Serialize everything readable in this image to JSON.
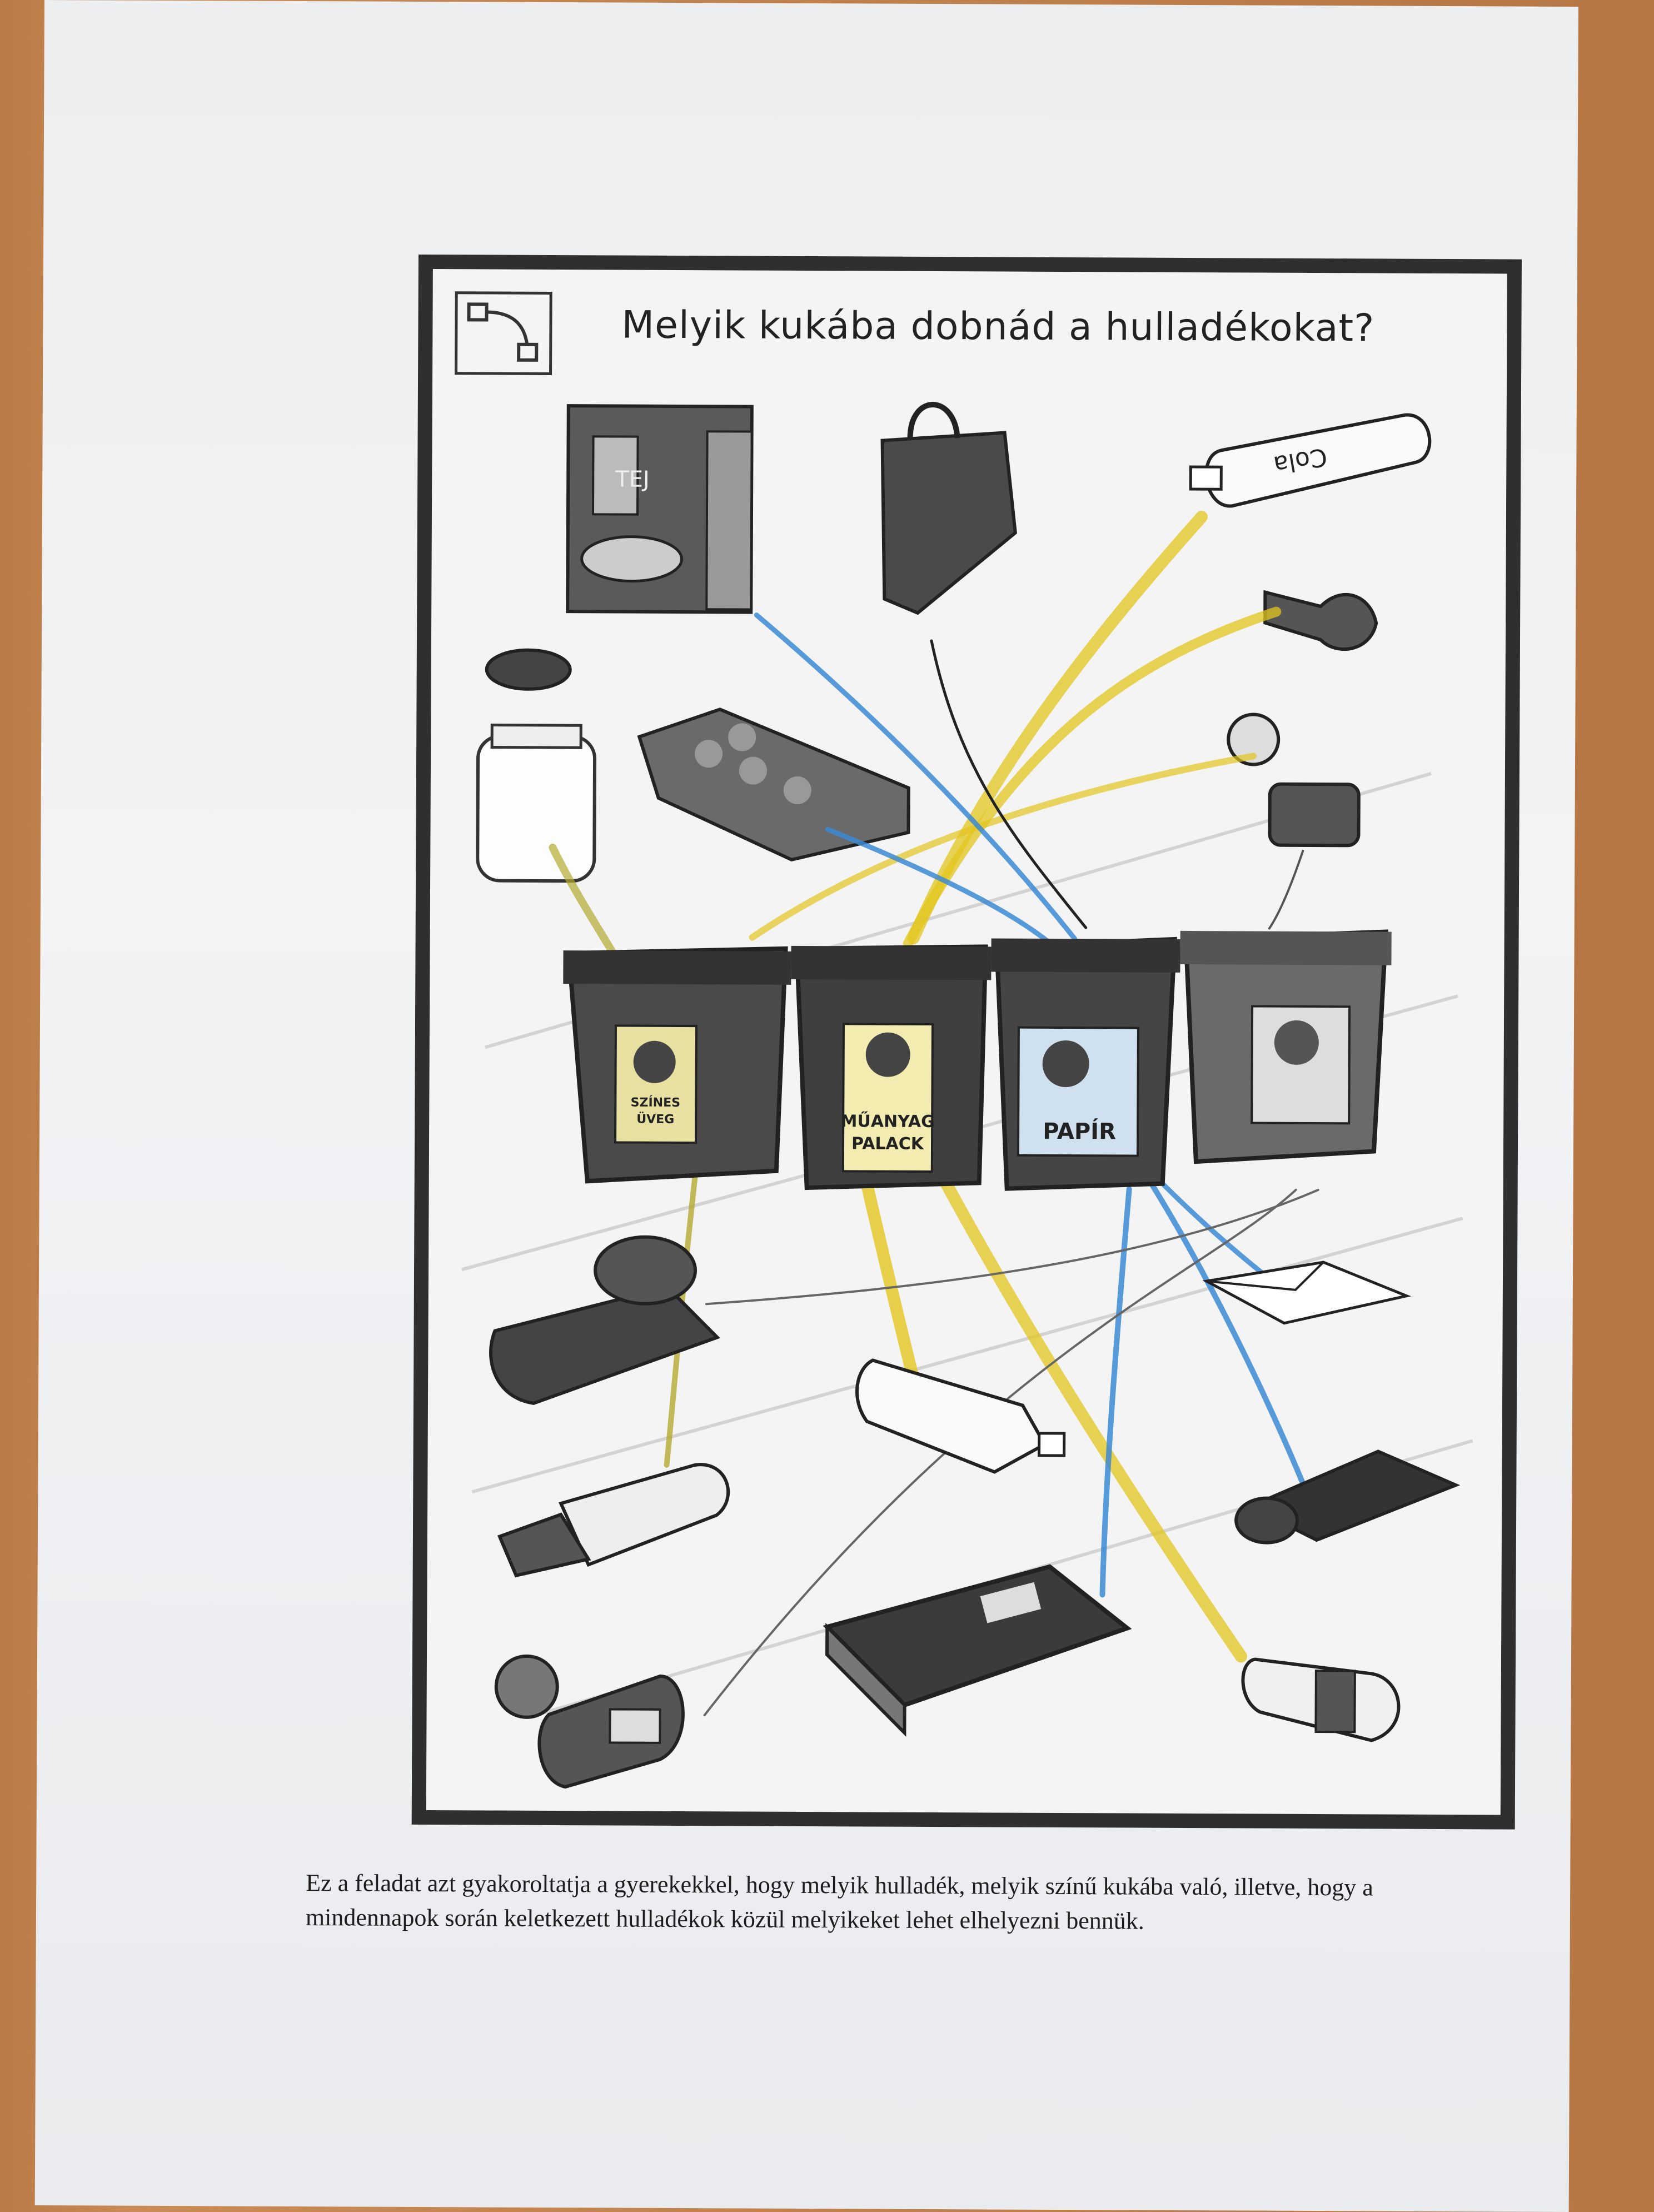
{
  "worksheet": {
    "title": "Melyik kukába dobnád a hulladékokat?",
    "bins": [
      {
        "label_line1": "SZÍNES",
        "label_line2": "ÜVEG",
        "accent": "#d9c52a"
      },
      {
        "label_line1": "MŰANYAG",
        "label_line2": "PALACK",
        "accent": "#e5c720"
      },
      {
        "label_line1": "PAPÍR",
        "label_line2": "",
        "accent": "#3d8fd6"
      },
      {
        "label_line1": "",
        "label_line2": "",
        "accent": "#777777"
      }
    ],
    "bottle_label": "Cola",
    "box_label": "TEJ",
    "line_colors": {
      "yellow": "#e3c51e",
      "blue": "#3b8ad4",
      "gray": "#555555"
    }
  },
  "caption": {
    "line1": "Ez a feladat azt gyakoroltatja a gyerekekkel, hogy melyik hulladék, melyik színű kukába való, illetve, hogy a",
    "line2": "mindennapok során keletkezett hulladékok közül melyikeket lehet elhelyezni bennük."
  }
}
